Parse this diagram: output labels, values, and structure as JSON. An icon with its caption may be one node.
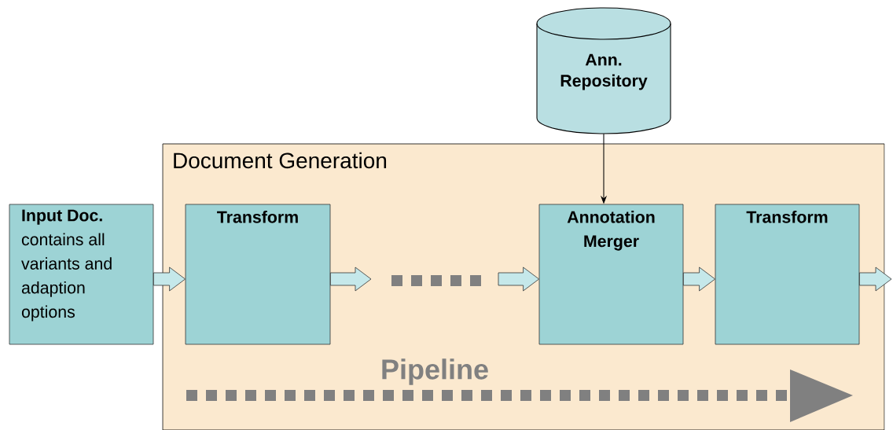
{
  "diagram": {
    "nodes": [
      {
        "text": [
          "Ann. Repository"
        ]
      },
      {
        "text": [
          "Document Generation"
        ]
      },
      {
        "text": [
          "Input Doc.",
          "contains all variants and adaption options"
        ]
      },
      {
        "text": [
          "Transform"
        ],
        "in": 1
      },
      {
        "text": [
          "Annotation Merger"
        ],
        "in": 1
      },
      {
        "text": [
          "Transform"
        ],
        "in": 1
      }
    ],
    "edges": [
      {
        "from": 2,
        "to": 3,
        "arrow": "to",
        "style": "thick"
      },
      {
        "from": 3,
        "to": null,
        "arrow": "to",
        "style": "thick"
      },
      {
        "from": null,
        "to": 4,
        "arrow": "to",
        "style": "thick"
      },
      {
        "from": 0,
        "to": 4,
        "arrow": "to"
      },
      {
        "from": 4,
        "to": 5,
        "arrow": "to",
        "style": "thick"
      },
      {
        "from": 5,
        "to": null,
        "arrow": "to",
        "style": "thick"
      }
    ],
    "labels": [
      "Pipeline"
    ]
  }
}
